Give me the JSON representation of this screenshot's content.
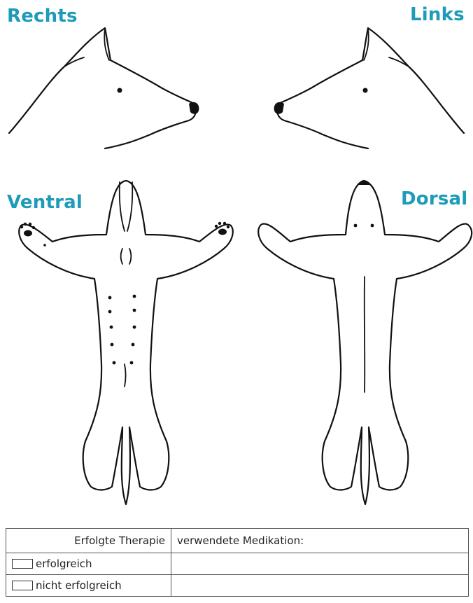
{
  "labels": {
    "right": "Rechts",
    "left": "Links",
    "ventral": "Ventral",
    "dorsal": "Dorsal"
  },
  "table": {
    "header": {
      "therapy": "Erfolgte Therapie",
      "medication": "verwendete Medikation:"
    },
    "options": [
      {
        "label": "erfolgreich",
        "checked": false
      },
      {
        "label": "nicht erfolgreich",
        "checked": false
      }
    ]
  },
  "colors": {
    "accent": "#1d9bb8",
    "line": "#111111"
  }
}
